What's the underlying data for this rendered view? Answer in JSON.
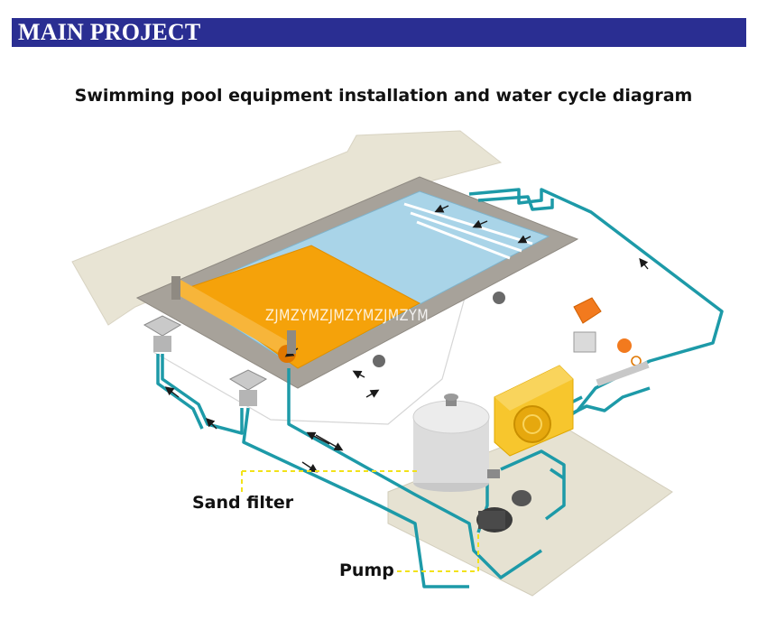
{
  "header": {
    "banner_title": "MAIN PROJECT"
  },
  "diagram": {
    "title": "Swimming pool equipment installation and water cycle diagram",
    "watermark": "ZJMZYMZJMZYMZJMZYM",
    "labels": {
      "sand_filter": "Sand filter",
      "pump": "Pump"
    }
  },
  "colors": {
    "banner": "#2a2e92",
    "pipe": "#1d9aa8",
    "cover": "#f5a20a",
    "water": "#a9d4e8",
    "deck": "#e8e4d4",
    "pool_rim": "#a7a29a",
    "heat_pump": "#f7c62d",
    "filter_tank": "#dcdcdc",
    "callout_line": "#f2e21a"
  }
}
